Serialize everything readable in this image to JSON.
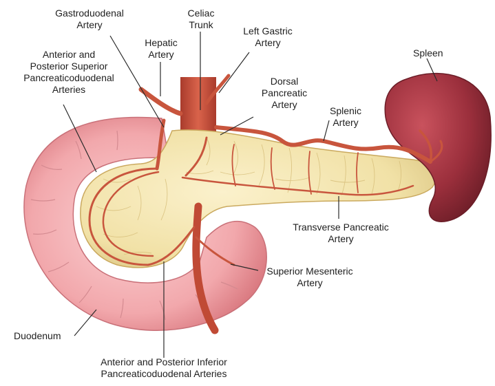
{
  "labels": {
    "gastroduodenal": [
      "Gastroduodenal",
      "Artery"
    ],
    "celiac": [
      "Celiac",
      "Trunk"
    ],
    "left_gastric": [
      "Left Gastric",
      "Artery"
    ],
    "hepatic": [
      "Hepatic",
      "Artery"
    ],
    "spleen": [
      "Spleen"
    ],
    "ant_post_superior": [
      "Anterior and",
      "Posterior Superior",
      "Pancreaticoduodenal",
      "Arteries"
    ],
    "dorsal_pancreatic": [
      "Dorsal",
      "Pancreatic",
      "Artery"
    ],
    "splenic": [
      "Splenic",
      "Artery"
    ],
    "transverse_pancreatic": [
      "Transverse Pancreatic",
      "Artery"
    ],
    "superior_mesenteric": [
      "Superior Mesenteric",
      "Artery"
    ],
    "duodenum": [
      "Duodenum"
    ],
    "ant_post_inferior": [
      "Anterior and Posterior Inferior",
      "Pancreaticoduodenal Arteries"
    ]
  },
  "colors": {
    "duodenum": "#f2a8ac",
    "pancreas": "#f4e4ad",
    "artery": "#c8553d",
    "spleen": "#9b2f3c",
    "label_line": "#2a2a2a"
  }
}
